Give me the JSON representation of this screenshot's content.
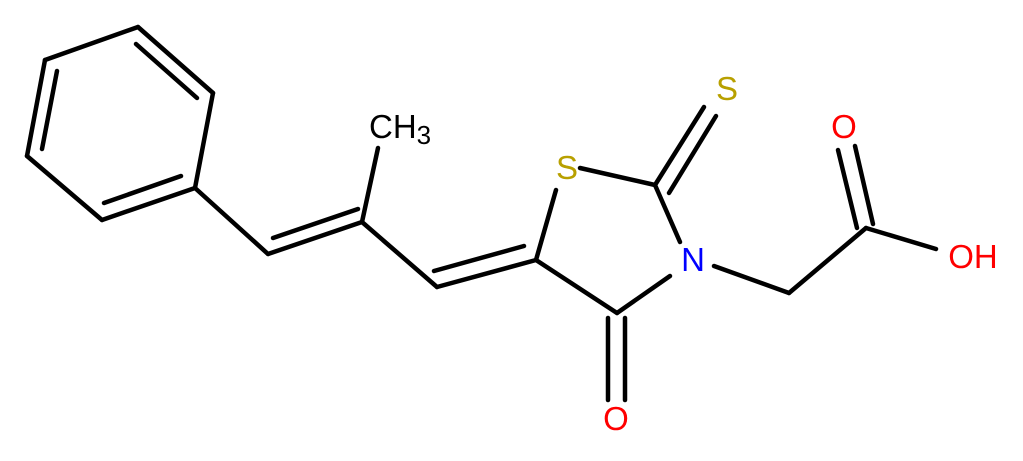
{
  "molecule": {
    "atom_labels": {
      "ring_sulfur": "S",
      "thione_sulfur": "S",
      "nitrogen": "N",
      "ketone_oxygen": "O",
      "acid_carbonyl_oxygen": "O",
      "hydroxyl": "OH",
      "methyl_c": "CH",
      "methyl_sub": "3"
    },
    "colors": {
      "bond": "#000000",
      "sulfur": "#b8a000",
      "nitrogen": "#0000ff",
      "oxygen": "#ff0000",
      "carbon": "#000000"
    }
  }
}
